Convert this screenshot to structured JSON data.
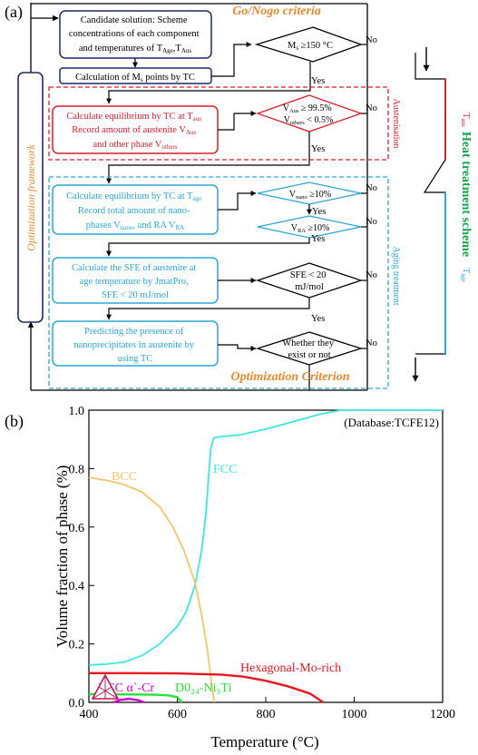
{
  "panel_a": {
    "label": "(a)",
    "gonogo_title": "Go/Nogo criteria",
    "opt_criterion": "Optimization Criterion",
    "opt_framework": "Optimization framework",
    "austenisation": "Austenisation",
    "aging": "Aging treatment",
    "heat_title": "Heat treatment scheme",
    "t_aus": "T",
    "t_aus_sub": "aus",
    "t_age": "T",
    "t_age_sub": "age",
    "box1": {
      "l1": "Candidate solution: Scheme",
      "l2": "concentrations of each component",
      "l3a": "and temperatures of T",
      "l3b": "Age",
      "l3c": ",T",
      "l3d": "Aus"
    },
    "box2": {
      "a": "Calculation of M",
      "b": "s",
      "c": " points by TC"
    },
    "box3": {
      "l1": "Calculate equilibrium by TC at T",
      "l1s": "aus",
      "l2": "Record amount of austenite V",
      "l2s": "Aus",
      "l3": "and other phase V",
      "l3s": "others"
    },
    "box4": {
      "l1": "Calculate equilibrium by TC at T",
      "l1s": "age",
      "l2": "Record total amount of nano-",
      "l3a": "phases V",
      "l3b": "nano",
      "l3c": ", and RA V",
      "l3d": "RA"
    },
    "box5": {
      "l1": "Calculate the SFE of austenite at",
      "l2": "age temperature by JmatPro,",
      "l3": "SFE < 20 mJ/mol"
    },
    "box6": {
      "l1": "Predicting the presence of",
      "l2": "nanoprecipitates in austenite by",
      "l3": "using TC"
    },
    "d1": {
      "a": "M",
      "b": "s",
      "c": " ≥150 °C"
    },
    "d2": {
      "a": "V",
      "b": "Aus",
      "c": " ≥ 99.5%",
      "d": "V",
      "e": "others",
      "f": " < 0.5%"
    },
    "d3": {
      "a": "V",
      "b": "nano",
      "c": " ≥10%"
    },
    "d4": {
      "a": "V",
      "b": "RA",
      "c": " ≥10%"
    },
    "d5": {
      "l1": "SFE  <  20",
      "l2": "mJ/mol"
    },
    "d6": {
      "l1": "Whether they",
      "l2": "exist or not"
    },
    "no": "No",
    "yes": "Yes"
  },
  "panel_b": {
    "label": "(b)",
    "colors": {
      "fcc": "#3de8e3",
      "bcc": "#f3c66a",
      "hex": "#e8151e",
      "alpha": "#d400d4",
      "d024": "#27e23b"
    },
    "chart_data": {
      "type": "line",
      "title": "(Database:TCFE12)",
      "xlabel": "Temperature (°C)",
      "ylabel": "Volume fraction of phase (%)",
      "xlim": [
        400,
        1200
      ],
      "ylim": [
        0.0,
        1.0
      ],
      "xticks": [
        "400",
        "600",
        "800",
        "1000",
        "1200"
      ],
      "yticks": [
        "0.0",
        "0.2",
        "0.4",
        "0.6",
        "0.8",
        "1.0"
      ],
      "series": [
        {
          "name": "FCC",
          "color": "#3de8e3",
          "points": [
            [
              400,
              0.128
            ],
            [
              440,
              0.131
            ],
            [
              480,
              0.138
            ],
            [
              520,
              0.16
            ],
            [
              560,
              0.2
            ],
            [
              600,
              0.26
            ],
            [
              620,
              0.31
            ],
            [
              640,
              0.4
            ],
            [
              655,
              0.52
            ],
            [
              665,
              0.65
            ],
            [
              672,
              0.8
            ],
            [
              676,
              0.87
            ],
            [
              682,
              0.905
            ],
            [
              700,
              0.91
            ],
            [
              740,
              0.915
            ],
            [
              800,
              0.935
            ],
            [
              860,
              0.96
            ],
            [
              920,
              0.985
            ],
            [
              970,
              1.0
            ],
            [
              1200,
              1.0
            ]
          ]
        },
        {
          "name": "BCC",
          "color": "#f3c66a",
          "points": [
            [
              400,
              0.77
            ],
            [
              440,
              0.76
            ],
            [
              480,
              0.745
            ],
            [
              520,
              0.72
            ],
            [
              560,
              0.67
            ],
            [
              590,
              0.6
            ],
            [
              615,
              0.52
            ],
            [
              640,
              0.41
            ],
            [
              655,
              0.3
            ],
            [
              668,
              0.18
            ],
            [
              678,
              0.06
            ],
            [
              684,
              0.0
            ]
          ]
        },
        {
          "name": "Hexagonal-Mo-rich",
          "color": "#e8151e",
          "points": [
            [
              400,
              0.1
            ],
            [
              500,
              0.1
            ],
            [
              600,
              0.099
            ],
            [
              650,
              0.097
            ],
            [
              700,
              0.095
            ],
            [
              750,
              0.088
            ],
            [
              800,
              0.074
            ],
            [
              850,
              0.055
            ],
            [
              900,
              0.03
            ],
            [
              930,
              0.0
            ]
          ]
        },
        {
          "name": "BCC α`-Cr",
          "color": "#d400d4",
          "points": [
            [
              455,
              0.0
            ],
            [
              470,
              0.008
            ],
            [
              490,
              0.012
            ],
            [
              510,
              0.008
            ],
            [
              525,
              0.0
            ]
          ]
        },
        {
          "name": "D0₂₄-Ni₃Ti",
          "color": "#27e23b",
          "points": [
            [
              400,
              0.028
            ],
            [
              450,
              0.028
            ],
            [
              500,
              0.027
            ],
            [
              550,
              0.026
            ],
            [
              580,
              0.024
            ],
            [
              600,
              0.018
            ],
            [
              610,
              0.0
            ]
          ]
        }
      ],
      "annotations": [
        "FCC",
        "BCC",
        "Hexagonal-Mo-rich",
        "BCC α`-Cr",
        "D0₂₄-Ni₃Ti"
      ]
    }
  }
}
